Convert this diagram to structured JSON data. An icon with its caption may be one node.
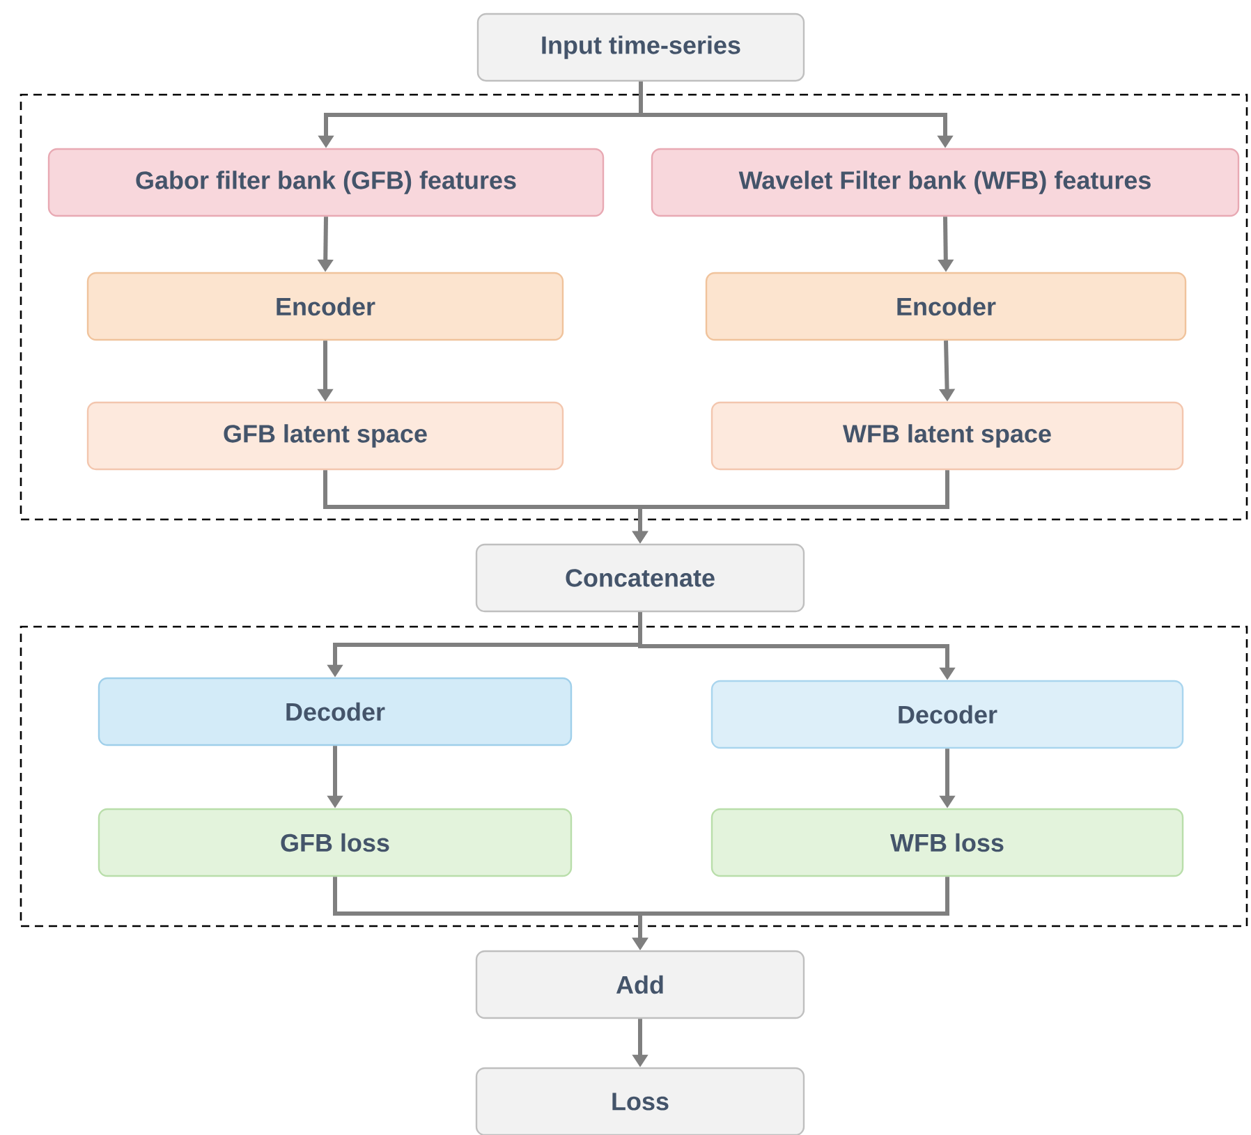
{
  "diagram": {
    "nodes": [
      {
        "text": [
          "Input time-series"
        ]
      },
      {
        "text": [],
        "shape": "box"
      },
      {
        "text": [
          "Gabor filter bank (GFB) features"
        ],
        "in": 1
      },
      {
        "text": [
          "Wavelet Filter bank (WFB) features"
        ],
        "in": 1
      },
      {
        "text": [
          "Encoder"
        ],
        "in": 1
      },
      {
        "text": [
          "Encoder"
        ],
        "in": 1
      },
      {
        "text": [
          "GFB latent space"
        ],
        "in": 1
      },
      {
        "text": [
          "WFB latent space"
        ],
        "in": 1
      },
      {
        "text": [
          "Concatenate"
        ]
      },
      {
        "text": [],
        "shape": "box"
      },
      {
        "text": [
          "Decoder"
        ],
        "in": 9
      },
      {
        "text": [
          "Decoder"
        ],
        "in": 9
      },
      {
        "text": [
          "GFB loss"
        ],
        "in": 9
      },
      {
        "text": [
          "WFB loss"
        ],
        "in": 9
      },
      {
        "text": [
          "Add"
        ]
      },
      {
        "text": [
          "Loss"
        ]
      }
    ],
    "edges": [
      {
        "from": 0,
        "to": 2,
        "arrow": "to"
      },
      {
        "from": 0,
        "to": 3,
        "arrow": "to"
      },
      {
        "from": 2,
        "to": 4,
        "arrow": "to"
      },
      {
        "from": 3,
        "to": 5,
        "arrow": "to"
      },
      {
        "from": 4,
        "to": 6,
        "arrow": "to"
      },
      {
        "from": 5,
        "to": 7,
        "arrow": "to"
      },
      {
        "from": 6,
        "to": 8,
        "arrow": "to"
      },
      {
        "from": 7,
        "to": 8,
        "arrow": "to"
      },
      {
        "from": 8,
        "to": 10,
        "arrow": "to"
      },
      {
        "from": 8,
        "to": 11,
        "arrow": "to"
      },
      {
        "from": 10,
        "to": 12,
        "arrow": "to"
      },
      {
        "from": 11,
        "to": 13,
        "arrow": "to"
      },
      {
        "from": 12,
        "to": 14,
        "arrow": "to"
      },
      {
        "from": 13,
        "to": 14,
        "arrow": "to"
      },
      {
        "from": 14,
        "to": 15,
        "arrow": "to"
      }
    ]
  }
}
